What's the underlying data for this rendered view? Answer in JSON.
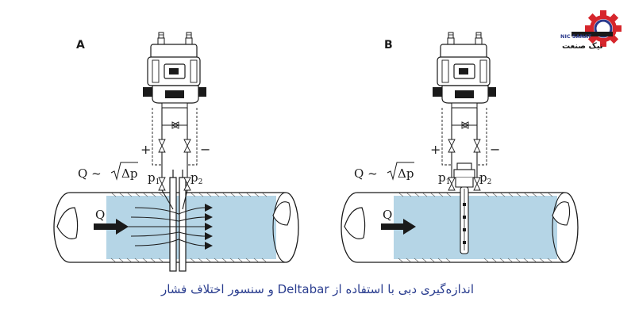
{
  "panels": {
    "a": {
      "label": "A",
      "plus": "+",
      "minus": "−",
      "formula_q": "Q ~ ",
      "formula_dp": "Δp",
      "p1": "p",
      "p1_sub": "1",
      "p2": "p",
      "p2_sub": "2",
      "flow_label": "Q"
    },
    "b": {
      "label": "B",
      "plus": "+",
      "minus": "−",
      "formula_q": "Q ~ ",
      "formula_dp": "Δp",
      "p1": "p",
      "p1_sub": "1",
      "p2": "p",
      "p2_sub": "2",
      "flow_label": "Q"
    }
  },
  "logo": {
    "latin": "NIC SANAT",
    "persian": "نیک صنعت",
    "gear_color": "#d6262c",
    "ring_color": "#2b3a8c"
  },
  "caption": "اندازه‌گیری دبی با استفاده از Deltabar و سنسور اختلاف فشار",
  "colors": {
    "fluid": "#b5d5e6",
    "line": "#1a1a1a",
    "caption": "#2a3d8f"
  }
}
